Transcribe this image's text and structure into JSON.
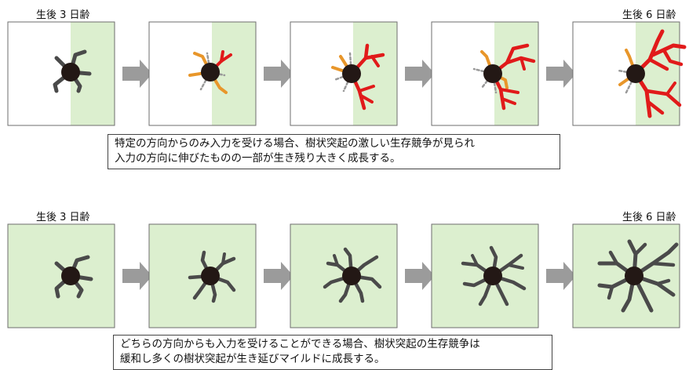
{
  "top_row": {
    "start_label": "生後 3 日齢",
    "end_label": "生後 6 日齢",
    "caption_line1": "特定の方向からのみ入力を受ける場合、樹状突起の激しい生存競争が見られ",
    "caption_line2": "入力の方向に伸びたものの一部が生き残り大きく成長する。",
    "panel_count": 5
  },
  "bottom_row": {
    "start_label": "生後 3 日齢",
    "end_label": "生後 6 日齢",
    "caption_line1": "どちらの方向からも入力を受けることができる場合、樹状突起の生存競争は",
    "caption_line2": "緩和し多くの樹状突起が生き延びマイルドに成長する。",
    "panel_count": 5
  },
  "colors": {
    "input_region": "#dcefcf",
    "soma": "#231815",
    "neutral_dendrite": "#4a4a4a",
    "retracting_dendrite": "#999999",
    "competing_dendrite": "#e8962a",
    "winning_dendrite": "#e11a1a",
    "arrow": "#9b9b9b",
    "panel_border": "#6e6e6e"
  }
}
